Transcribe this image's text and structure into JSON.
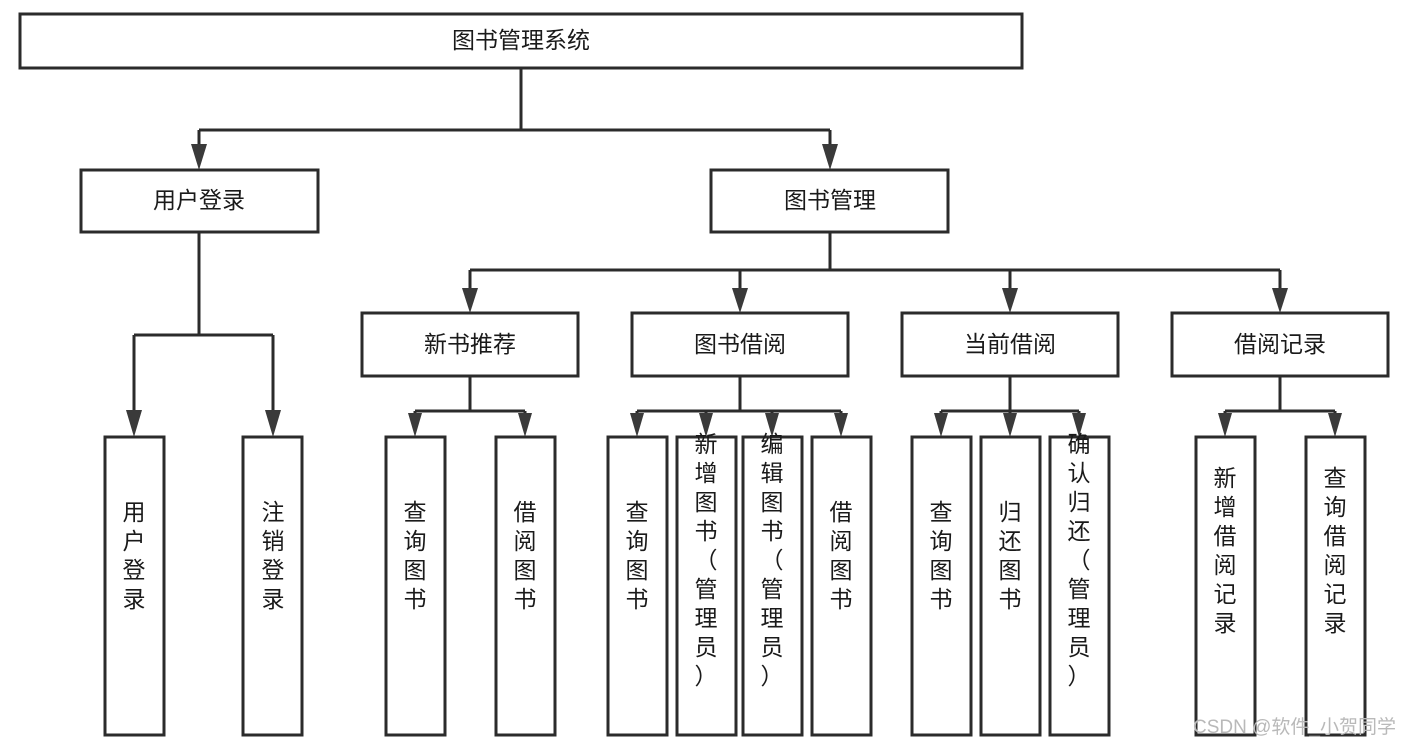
{
  "diagram": {
    "title": "图书管理系统",
    "type": "tree",
    "orientation": "top-down",
    "levels": 4,
    "watermark": "CSDN @软件_小贺同学",
    "colors": {
      "box_fill": "#ffffff",
      "box_stroke": "#2b2b2b",
      "line": "#2b2b2b",
      "arrow": "#3a3a3a",
      "text": "#1a1a1a",
      "watermark": "#b9b9b9",
      "background": "#ffffff"
    },
    "root": {
      "label": "图书管理系统"
    },
    "level2": [
      {
        "label": "用户登录"
      },
      {
        "label": "图书管理"
      }
    ],
    "level3": [
      {
        "label": "新书推荐"
      },
      {
        "label": "图书借阅"
      },
      {
        "label": "当前借阅"
      },
      {
        "label": "借阅记录"
      }
    ],
    "leaves_user_login": [
      {
        "label": "用户登录"
      },
      {
        "label": "注销登录"
      }
    ],
    "leaves_new_book": [
      {
        "label": "查询图书"
      },
      {
        "label": "借阅图书"
      }
    ],
    "leaves_borrow": [
      {
        "label": "查询图书"
      },
      {
        "label": "新增图书（管理员）"
      },
      {
        "label": "编辑图书（管理员）"
      },
      {
        "label": "借阅图书"
      }
    ],
    "leaves_current": [
      {
        "label": "查询图书"
      },
      {
        "label": "归还图书"
      },
      {
        "label": "确认归还（管理员）"
      }
    ],
    "leaves_records": [
      {
        "label": "新增借阅记录"
      },
      {
        "label": "查询借阅记录"
      }
    ]
  }
}
